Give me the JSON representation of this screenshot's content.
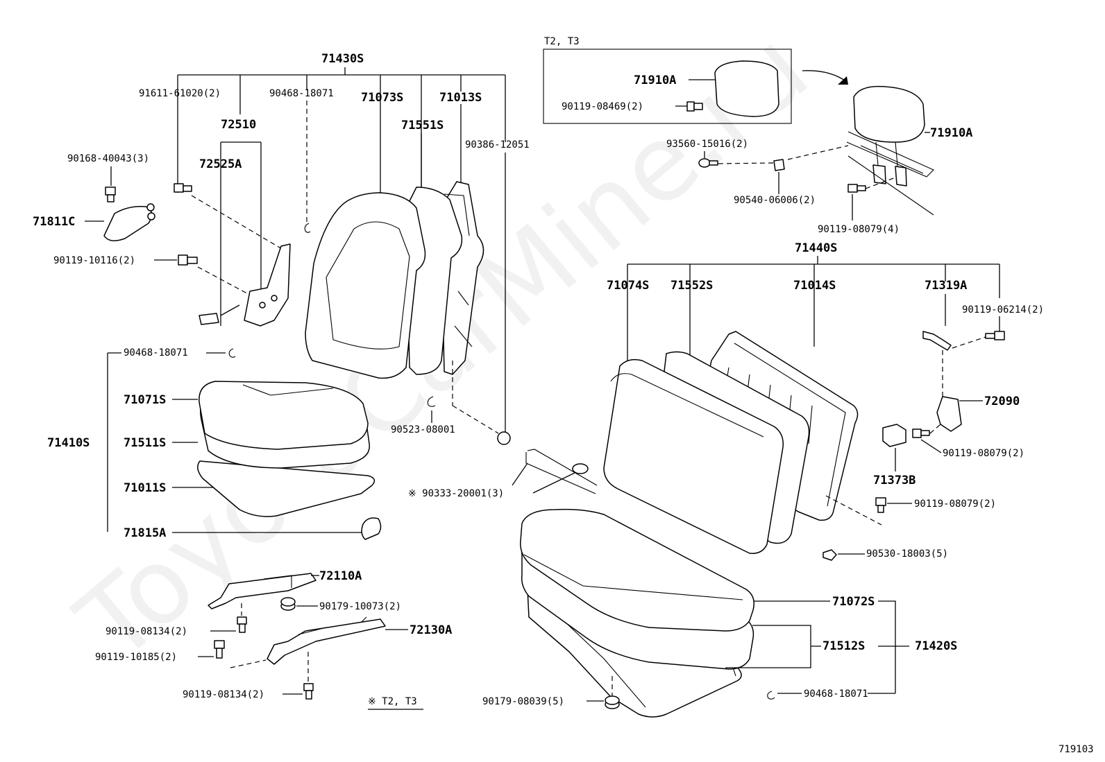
{
  "watermark": "ToyotaCarMine.ru",
  "diagram_id": "719103",
  "inset": {
    "caption": "T2, T3",
    "headrest": "71910A",
    "bolt": "90119-08469(2)"
  },
  "note": "※ T2, T3",
  "labels": {
    "front_back_assy": "71430S",
    "bolt_91611": "91611-61020(2)",
    "clip_90468_top": "90468-18071",
    "cover_71073": "71073S",
    "pad_71551": "71551S",
    "frame_71013": "71013S",
    "cap_90386": "90386-12051",
    "hinge_72510": "72510",
    "hinge_72525": "72525A",
    "bolt_90168": "90168-40043(3)",
    "bracket_71811": "71811C",
    "bolt_90119_10116": "90119-10116(2)",
    "clip_90468_mid": "90468-18071",
    "cushion_cover_71071": "71071S",
    "front_cushion_assy": "71410S",
    "pad_71511": "71511S",
    "frame_71011": "71011S",
    "cover_71815": "71815A",
    "clip_90523": "90523-08001",
    "clip_90333": "※ 90333-20001(3)",
    "adjuster_72110": "72110A",
    "nut_90179_10073": "90179-10073(2)",
    "bolt_90119_08134_a": "90119-08134(2)",
    "adjuster_72130": "72130A",
    "bolt_90119_10185": "90119-10185(2)",
    "bolt_90119_08134_b": "90119-08134(2)",
    "headrest_71910": "71910A",
    "screw_93560": "93560-15016(2)",
    "collar_90540": "90540-06006(2)",
    "bolt_90119_08079_4": "90119-08079(4)",
    "rear_back_assy": "71440S",
    "cover_71074": "71074S",
    "pad_71552": "71552S",
    "frame_71014": "71014S",
    "strap_71319": "71319A",
    "bolt_90119_06214": "90119-06214(2)",
    "hinge_72090": "72090",
    "cover_71373": "71373B",
    "bolt_90119_08079_2a": "90119-08079(2)",
    "bolt_90119_08079_2b": "90119-08079(2)",
    "clip_90530": "90530-18003(5)",
    "cover_71072": "71072S",
    "pad_71512": "71512S",
    "rear_cushion_assy": "71420S",
    "nut_90179_08039": "90179-08039(5)",
    "clip_90468_bottom": "90468-18071"
  }
}
